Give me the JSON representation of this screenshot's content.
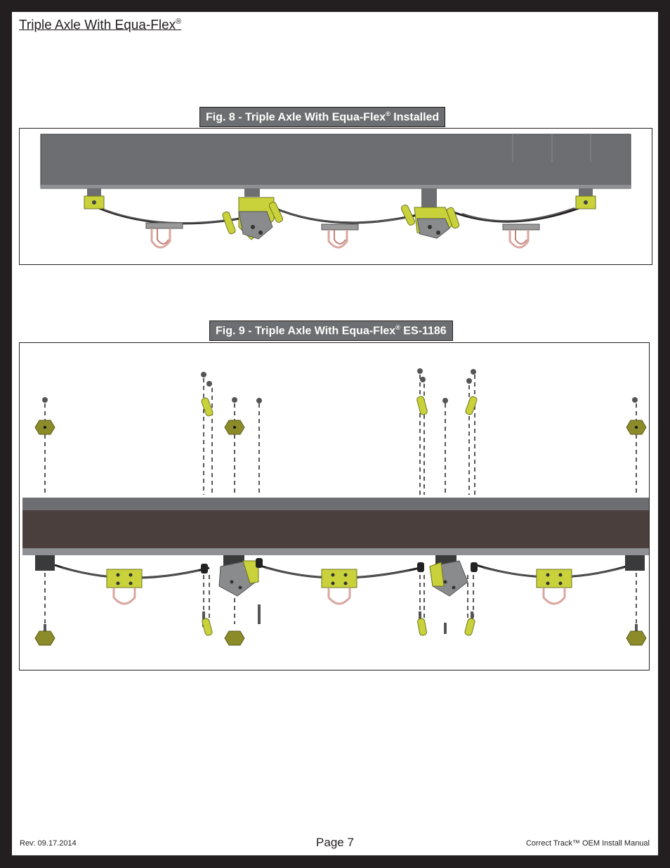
{
  "header": {
    "title": "Triple Axle With Equa-Flex",
    "title_mark": "®"
  },
  "figures": [
    {
      "caption_prefix": "Fig. 8 - Triple Axle With Equa-Flex",
      "caption_mark": "®",
      "caption_suffix": " Installed"
    },
    {
      "caption_prefix": "Fig. 9 - Triple Axle With Equa-Flex",
      "caption_mark": "®",
      "caption_suffix": " ES-1186"
    }
  ],
  "footer": {
    "revision": "Rev: 09.17.2014",
    "page": "Page 7",
    "manual": "Correct Track™ OEM Install Manual"
  },
  "colors": {
    "frame_gray": "#6d6e71",
    "hanger_yellow": "#c9d23a",
    "equalizer_gray": "#8a8b8d",
    "ubolt_pink": "#d9a7a0",
    "nut_olive": "#8c8b2a"
  }
}
